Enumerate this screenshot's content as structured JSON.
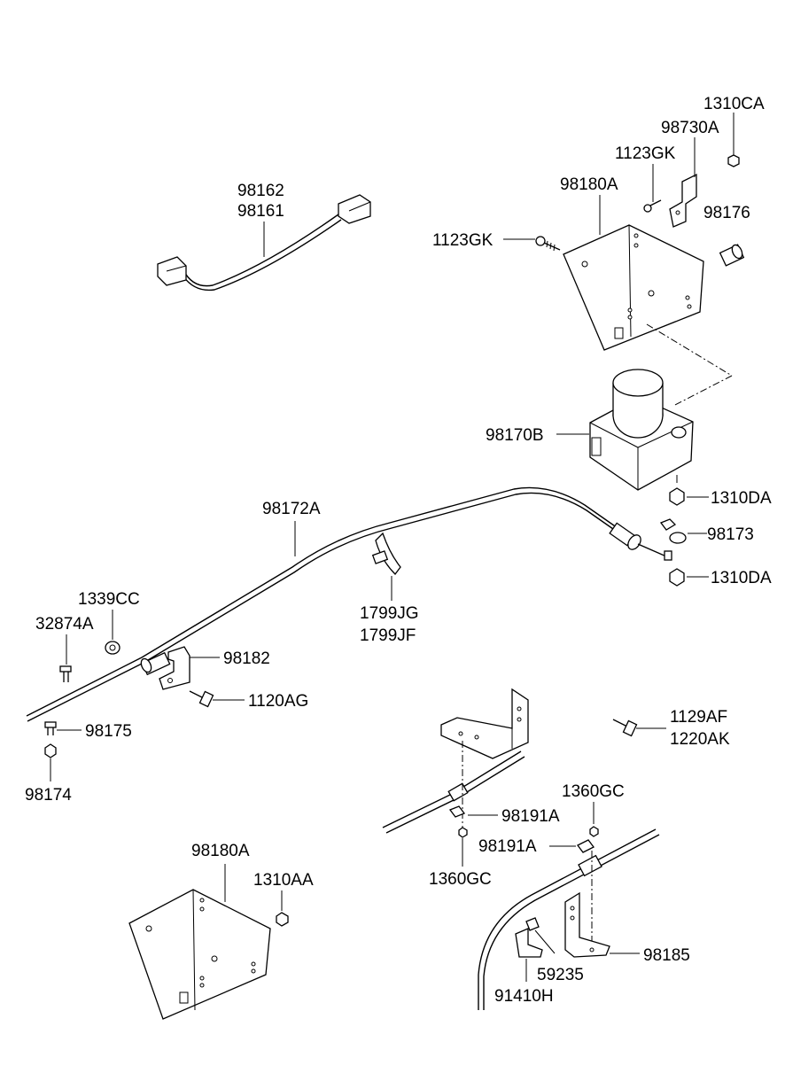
{
  "labels": {
    "p1310CA": "1310CA",
    "p98730A": "98730A",
    "p1123GK_top": "1123GK",
    "p98180A_top": "98180A",
    "p98176": "98176",
    "p1123GK_left": "1123GK",
    "p98162": "98162",
    "p98161": "98161",
    "p98170B": "98170B",
    "p1310DA_a": "1310DA",
    "p98172A": "98172A",
    "p98173": "98173",
    "p1310DA_b": "1310DA",
    "p1339CC": "1339CC",
    "p32874A": "32874A",
    "p1799JG": "1799JG",
    "p1799JF": "1799JF",
    "p98182": "98182",
    "p1120AG": "1120AG",
    "p1129AF": "1129AF",
    "p1220AK": "1220AK",
    "p98175": "98175",
    "p98174": "98174",
    "p98191A_a": "98191A",
    "p1360GC_right": "1360GC",
    "p98191A_b": "98191A",
    "p1360GC_low": "1360GC",
    "p98180A_bottom": "98180A",
    "p1310AA": "1310AA",
    "p98185": "98185",
    "p59235": "59235",
    "p91410H": "91410H"
  }
}
